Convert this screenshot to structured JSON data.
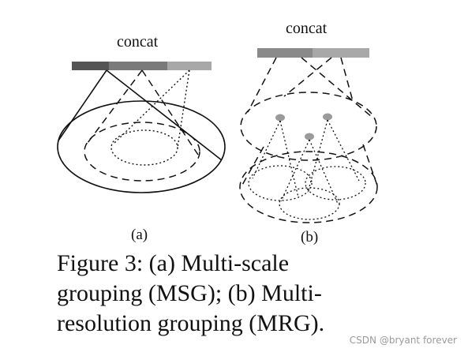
{
  "diagram": {
    "panel_a": {
      "concat_label": "concat",
      "sub_label": "(a)"
    },
    "panel_b": {
      "concat_label": "concat",
      "sub_label": "(b)"
    },
    "colors": {
      "bar_dark": "#555555",
      "bar_mid": "#7a7a7a",
      "bar_light": "#a8a8a8",
      "bar_b_left": "#8a8a8a",
      "bar_b_right": "#a8a8a8",
      "dot_fill": "#9a9a9a",
      "ink": "#111111"
    }
  },
  "caption": {
    "line1": "Figure 3:  (a) Multi-scale",
    "line2": "grouping (MSG); (b) Multi-",
    "line3": "resolution grouping (MRG)."
  },
  "watermark": "CSDN @bryant forever"
}
